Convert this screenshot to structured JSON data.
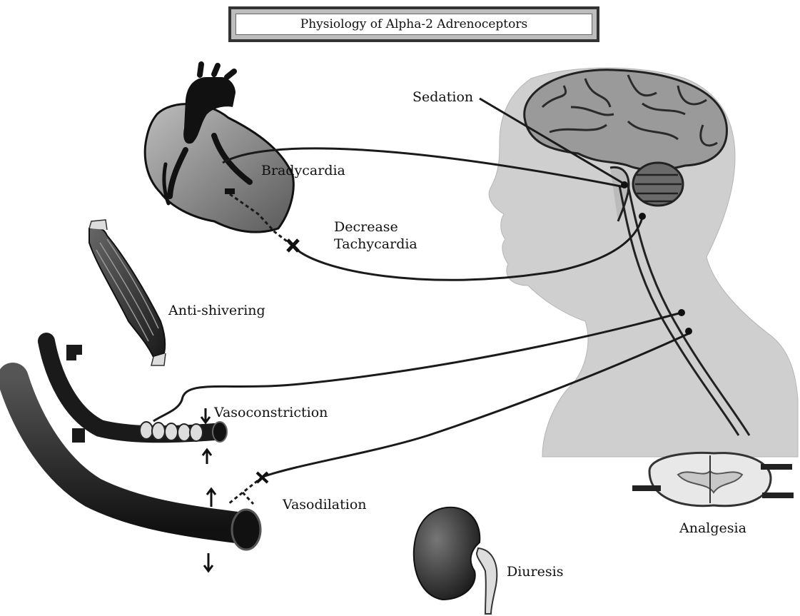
{
  "title": "Physiology of Alpha-2 Adrenoceptors",
  "labels": {
    "sedation": "Sedation",
    "bradycardia": "Bradycardia",
    "decrease_tachycardia_1": "Decrease",
    "decrease_tachycardia_2": "Tachycardia",
    "anti_shivering": "Anti-shivering",
    "vasoconstriction": "Vasoconstriction",
    "vasodilation": "Vasodilation",
    "analgesia": "Analgesia",
    "diuresis": "Diuresis"
  },
  "colors": {
    "silhouette": "#cfcfcf",
    "organ_dark": "#2a2a2a",
    "organ_mid": "#8a8a8a",
    "line": "#1a1a1a"
  },
  "icons": [
    "heart-icon",
    "brain-icon",
    "muscle-icon",
    "blood-vessel-icon",
    "kidney-icon",
    "spinal-cord-section-icon"
  ]
}
